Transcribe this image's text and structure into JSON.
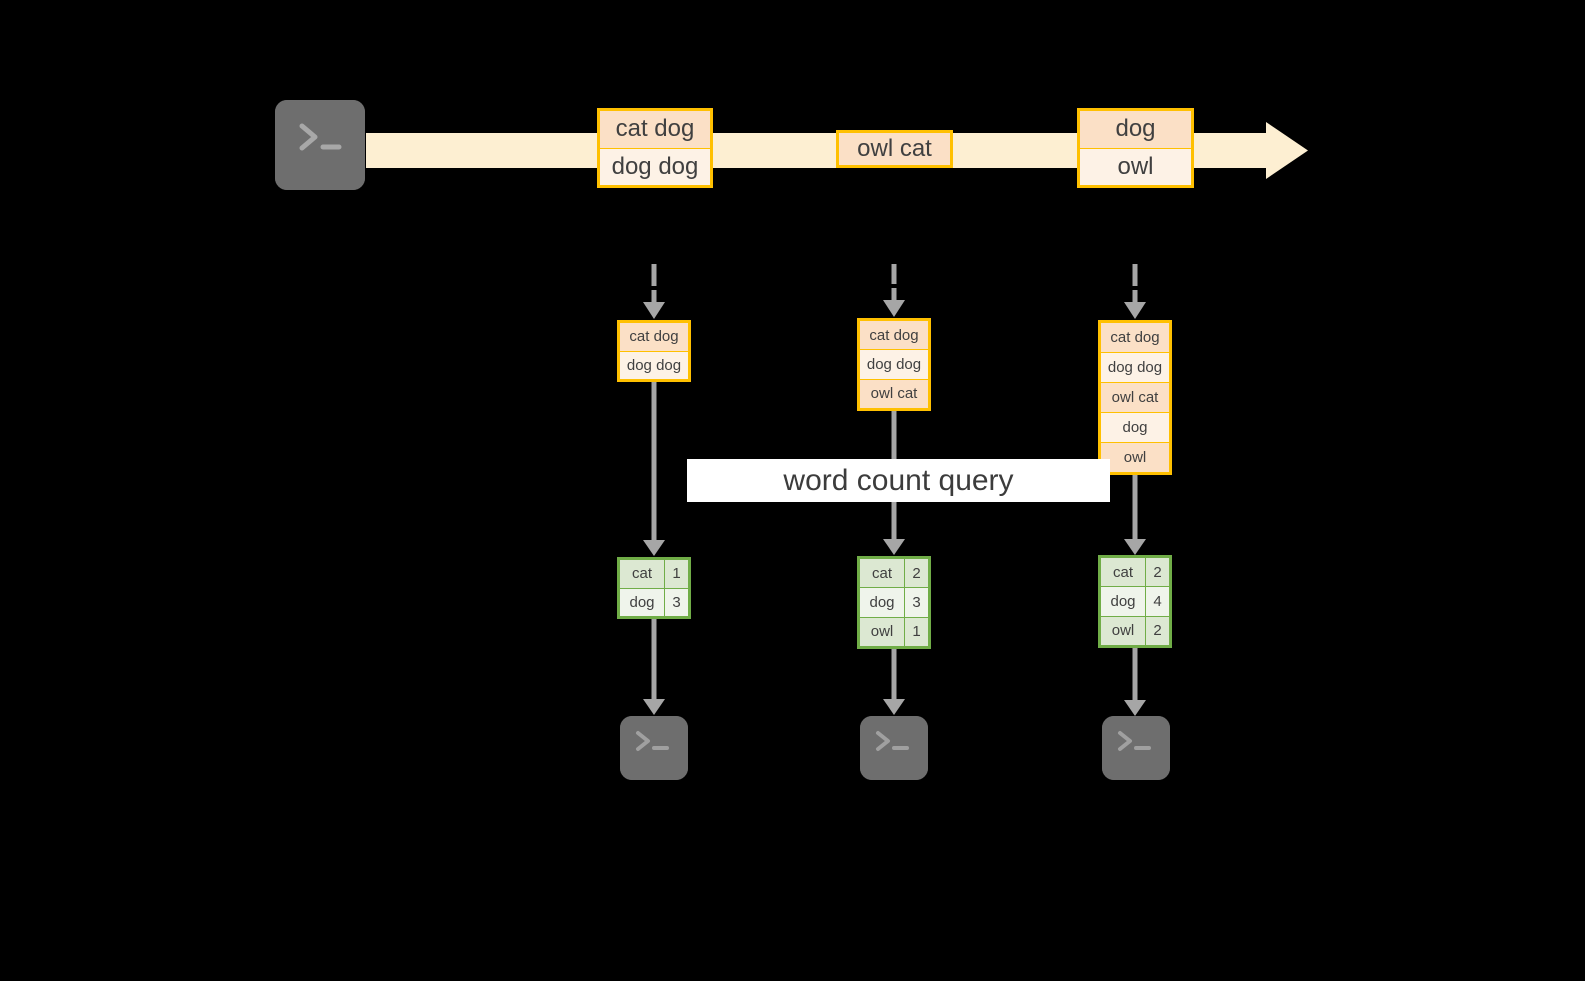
{
  "diagram": {
    "title": "word count query streaming diagram",
    "colors": {
      "background": "#000000",
      "stream_band": "#FDEFD2",
      "event_border": "#FFC000",
      "event_fill_dark": "#FBE0C6",
      "event_fill_light": "#FDF2E6",
      "table_border": "#70AD47",
      "table_fill_dark": "#DCE8D2",
      "table_fill_light": "#EFF4EB",
      "arrow_gray": "#A6A6A6",
      "terminal_gray": "#6E6E6E",
      "label_fill": "#FFFFFF",
      "text": "#404040"
    },
    "query_label": "word count query",
    "source_terminal": {
      "icon": "terminal-prompt-icon",
      "glyph": ">_"
    },
    "stream": {
      "groups": [
        {
          "name": "stream-batch-1",
          "lines": [
            "cat dog",
            "dog dog"
          ]
        },
        {
          "name": "stream-batch-2",
          "lines": [
            "owl cat"
          ]
        },
        {
          "name": "stream-batch-3",
          "lines": [
            "dog",
            "owl"
          ]
        }
      ]
    },
    "columns": [
      {
        "name": "snapshot-1",
        "input_lines": [
          "cat dog",
          "dog dog"
        ],
        "counts": [
          {
            "word": "cat",
            "count": "1"
          },
          {
            "word": "dog",
            "count": "3"
          }
        ],
        "sink_terminal": {
          "icon": "terminal-prompt-icon",
          "glyph": ">_"
        }
      },
      {
        "name": "snapshot-2",
        "input_lines": [
          "cat dog",
          "dog dog",
          "owl cat"
        ],
        "counts": [
          {
            "word": "cat",
            "count": "2"
          },
          {
            "word": "dog",
            "count": "3"
          },
          {
            "word": "owl",
            "count": "1"
          }
        ],
        "sink_terminal": {
          "icon": "terminal-prompt-icon",
          "glyph": ">_"
        }
      },
      {
        "name": "snapshot-3",
        "input_lines": [
          "cat dog",
          "dog dog",
          "owl cat",
          "dog",
          "owl"
        ],
        "counts": [
          {
            "word": "cat",
            "count": "2"
          },
          {
            "word": "dog",
            "count": "4"
          },
          {
            "word": "owl",
            "count": "2"
          }
        ],
        "sink_terminal": {
          "icon": "terminal-prompt-icon",
          "glyph": ">_"
        }
      }
    ]
  }
}
